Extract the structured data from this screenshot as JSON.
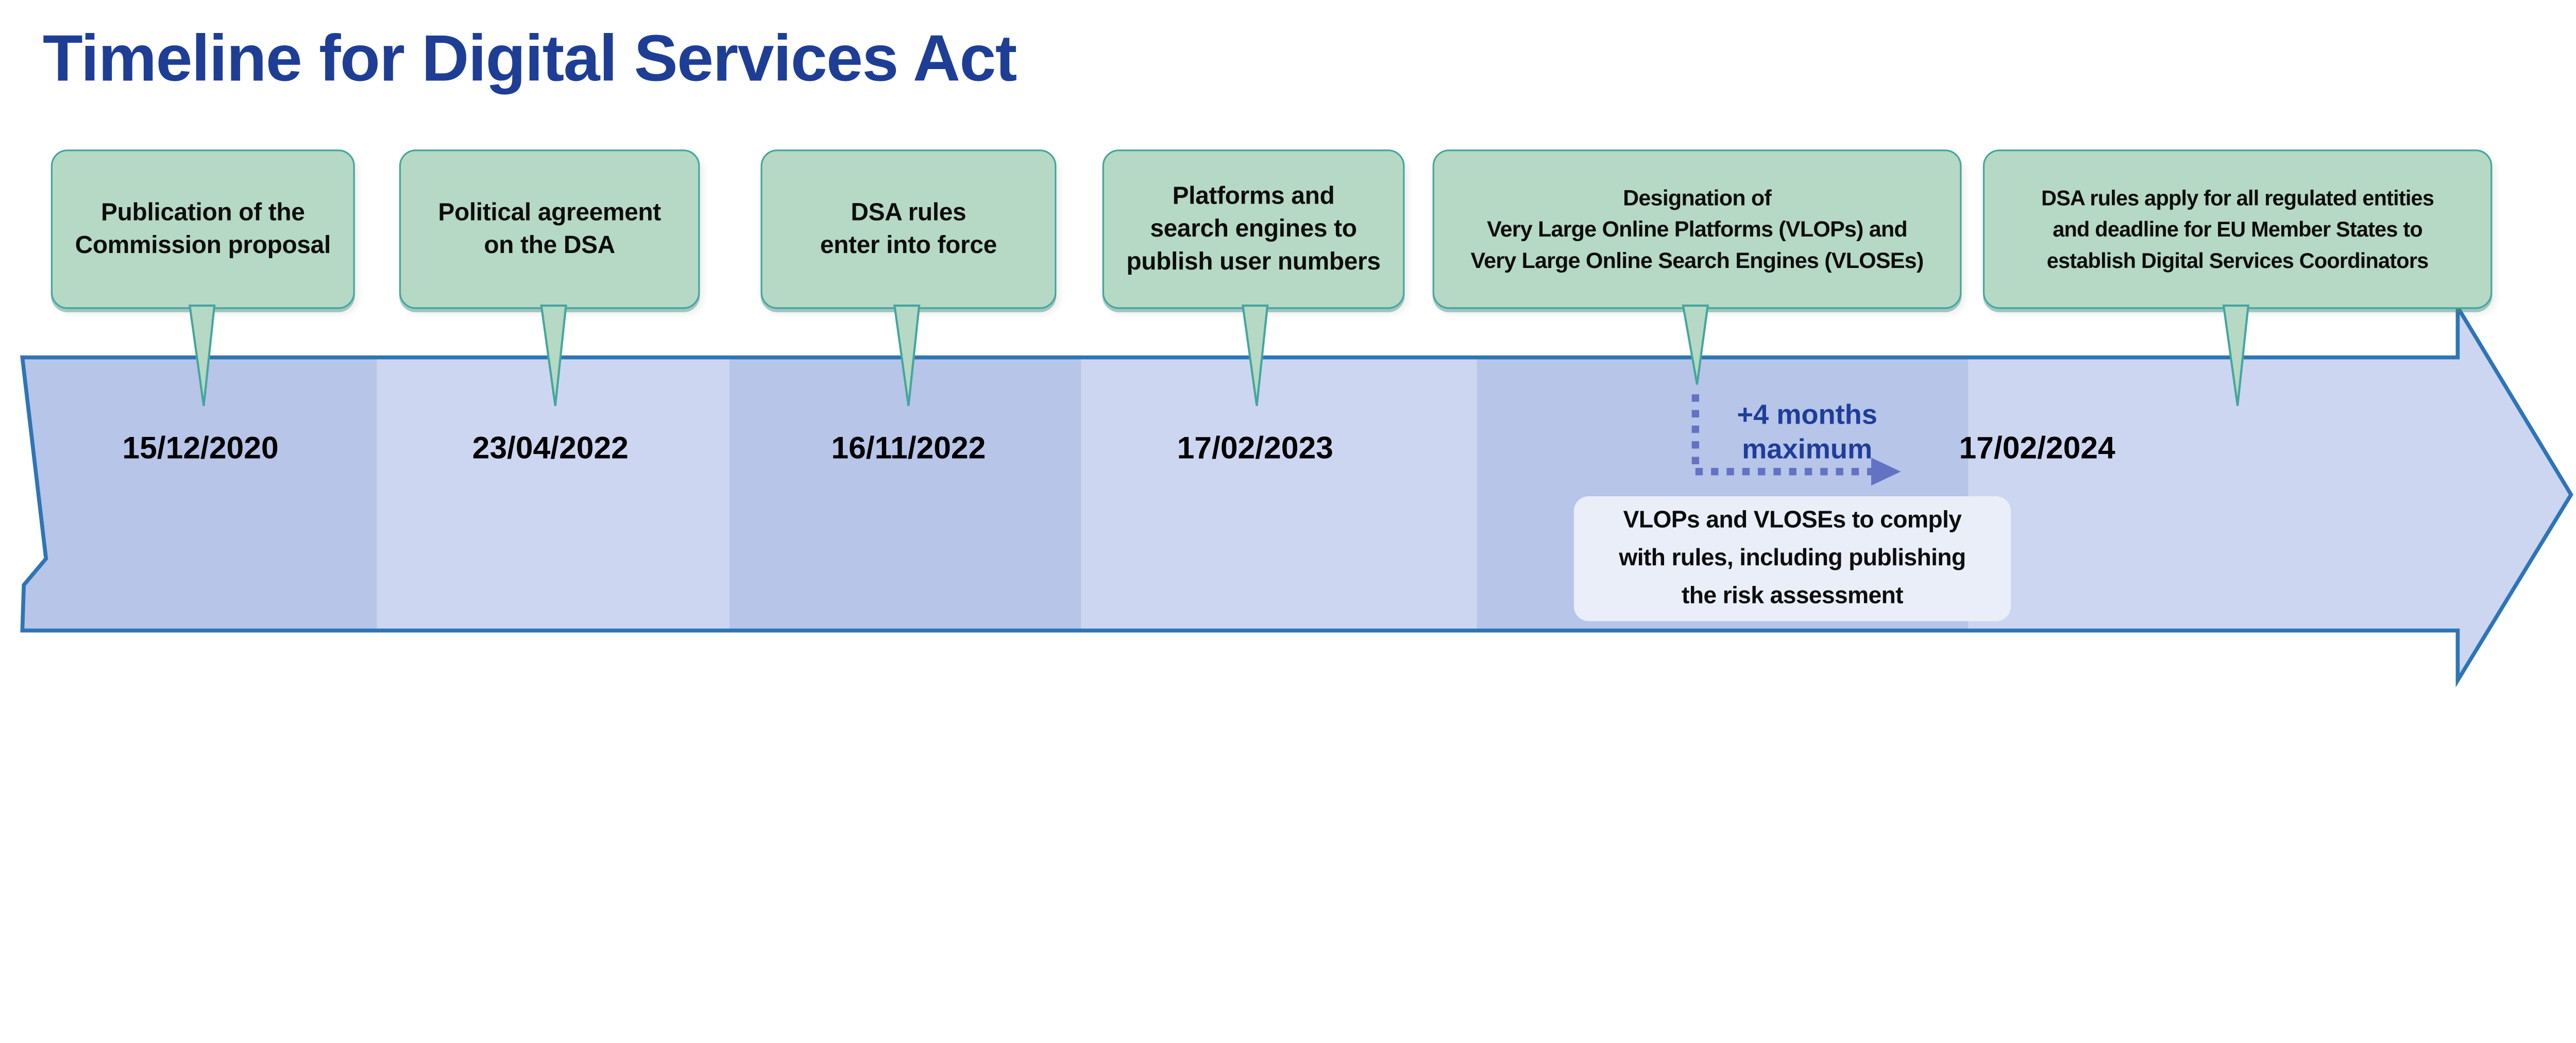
{
  "title": "Timeline for Digital Services Act",
  "colors": {
    "title_blue": "#1e3e96",
    "callout_fill": "#b5d9c4",
    "callout_border": "#44a69e",
    "band_dark": "#b6c5e8",
    "band_light": "#cdd6f1",
    "band_border": "#2e75b6",
    "annotation_blue": "#1f3d99",
    "dotted_arrow": "#6472c4",
    "note_fill": "#e9eef9"
  },
  "callouts": [
    {
      "lines": [
        "Publication of the",
        "Commission proposal"
      ]
    },
    {
      "lines": [
        "Political agreement",
        "on the DSA"
      ]
    },
    {
      "lines": [
        "DSA rules",
        "enter into force"
      ]
    },
    {
      "lines": [
        "Platforms and",
        "search engines to",
        "publish user numbers"
      ]
    },
    {
      "lines": [
        "Designation of",
        "Very Large Online Platforms (VLOPs) and",
        "Very Large Online Search Engines (VLOSEs)"
      ]
    },
    {
      "lines": [
        "DSA rules apply for all regulated entities",
        "and deadline for EU Member States to",
        "establish Digital Services Coordinators"
      ]
    }
  ],
  "timeline": {
    "dates": [
      {
        "label": "15/12/2020"
      },
      {
        "label": "23/04/2022"
      },
      {
        "label": "16/11/2022"
      },
      {
        "label": "17/02/2023"
      },
      {
        "label": "17/02/2024"
      }
    ],
    "annotation": {
      "line1": "+4 months",
      "line2": "maximum"
    },
    "note": {
      "lines": [
        "VLOPs and VLOSEs to comply",
        "with rules, including publishing",
        "the risk assessment"
      ]
    }
  }
}
